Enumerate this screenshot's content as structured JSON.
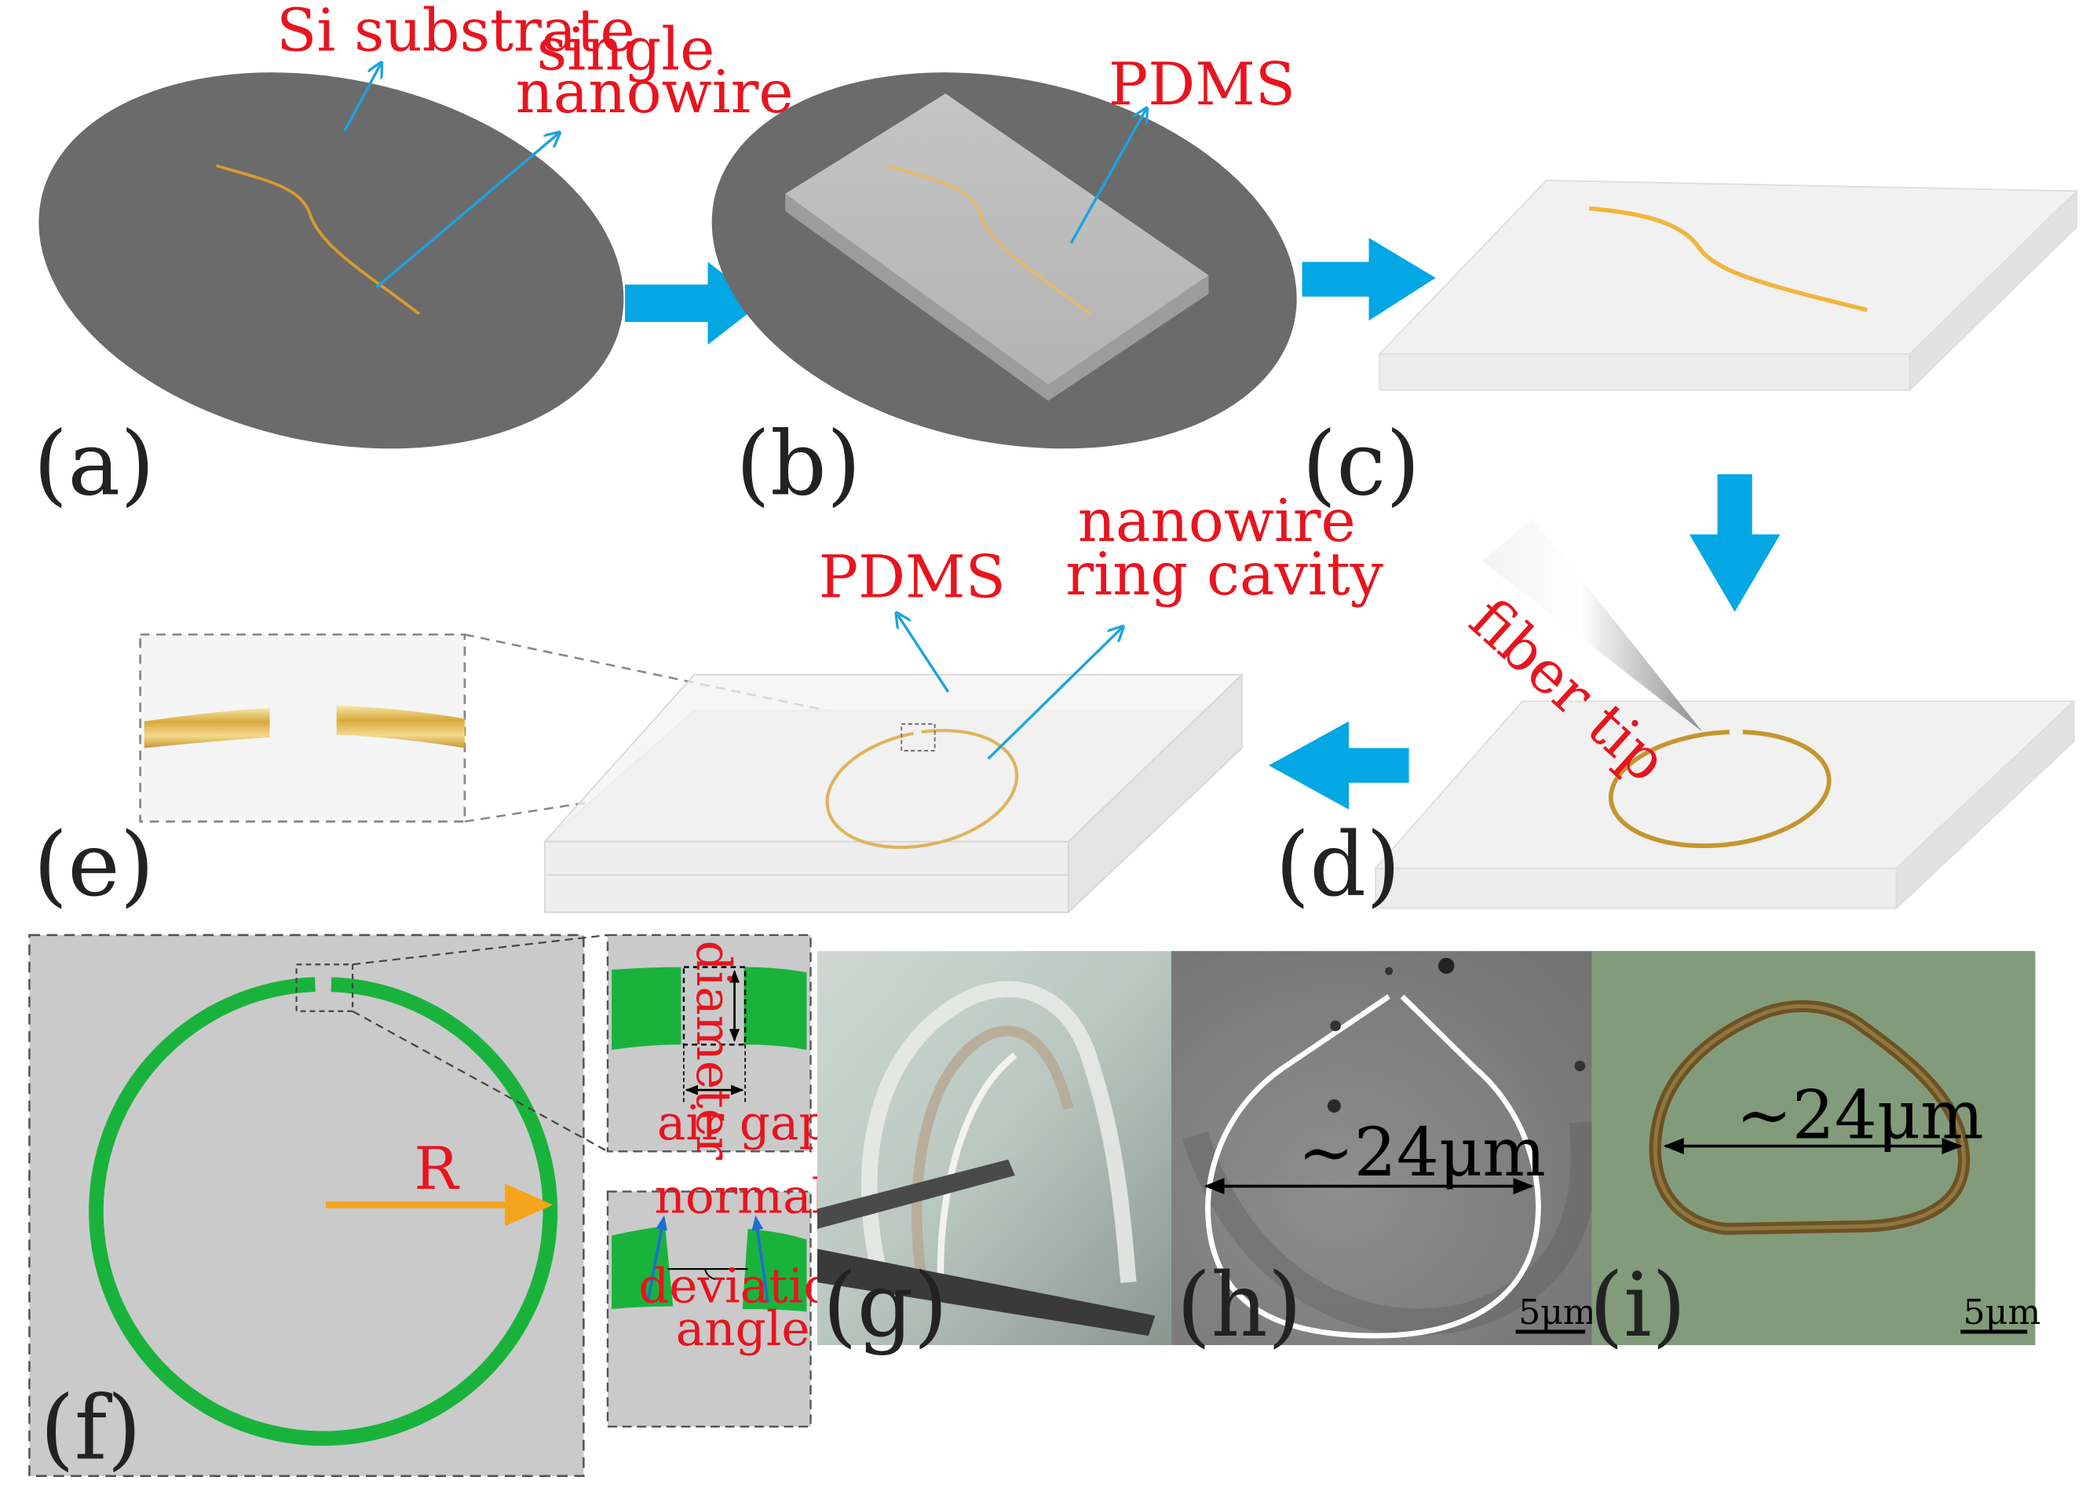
{
  "labels": {
    "si_substrate": "Si substrate",
    "single_nanowire_1": "single",
    "single_nanowire_2": "nanowire",
    "pdms_b": "PDMS",
    "pdms_e": "PDMS",
    "ring_cavity_1": "nanowire",
    "ring_cavity_2": "ring cavity",
    "fiber_tip": "fiber tip",
    "diameter": "diameter",
    "air_gap": "air gap",
    "R": "R",
    "normal": "normal",
    "deviation": "deviation",
    "angle": "angle",
    "meas_h": "~24μm",
    "meas_i": "~24μm",
    "scale_h": "5μm",
    "scale_i": "5μm"
  },
  "panels": {
    "a": "(a)",
    "b": "(b)",
    "c": "(c)",
    "d": "(d)",
    "e": "(e)",
    "f": "(f)",
    "g": "(g)",
    "h": "(h)",
    "i": "(i)"
  },
  "colors": {
    "label_red": "#e8141e",
    "callout_blue": "#1ba3df",
    "process_arrow": "#02a7e4",
    "nanowire_gold": "#e0a030",
    "ring_green": "#19b33c",
    "radius_orange": "#f4a51c",
    "wafer_gray": "#6b6b6b"
  }
}
